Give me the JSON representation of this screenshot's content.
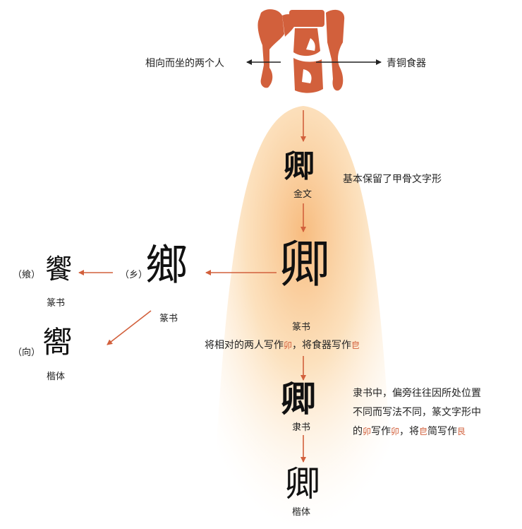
{
  "oracle": {
    "left_label": "相向而坐的两个人",
    "right_label": "青铜食器"
  },
  "bronze": {
    "glyph": "卿",
    "caption": "金文",
    "note": "基本保留了甲骨文字形"
  },
  "seal_main": {
    "glyph": "卿",
    "caption": "篆书",
    "note_a": "将相对的两人写作",
    "mark_a": "卯",
    "note_b": "，将食器写作",
    "mark_b": "皀"
  },
  "branch": {
    "xiang_glyph": "鄉",
    "xiang_caption": "篆书",
    "xiang_note": "（乡）",
    "xiang_zhuan_glyph": "饗",
    "xiang_zhuan_note": "（飨）",
    "xiang_zhuan_caption": "篆书",
    "xiang_kai_glyph": "嚮",
    "xiang_kai_note": "（向）",
    "xiang_kai_caption": "楷体"
  },
  "clerical": {
    "glyph": "卿",
    "caption": "隶书",
    "line1": "隶书中，偏旁往往因所处位置",
    "line2": "不同而写法不同，篆文字形中",
    "line3_a": "的",
    "mark_a": "卯",
    "line3_b": "写作",
    "mark_b": "卯",
    "line3_c": "，将",
    "mark_c": "皀",
    "line3_d": "简写作",
    "mark_d": "艮"
  },
  "regular": {
    "glyph": "卿",
    "caption": "楷体"
  },
  "colors": {
    "accent": "#d2603c",
    "glow": "#f9c48a",
    "text": "#222222"
  }
}
